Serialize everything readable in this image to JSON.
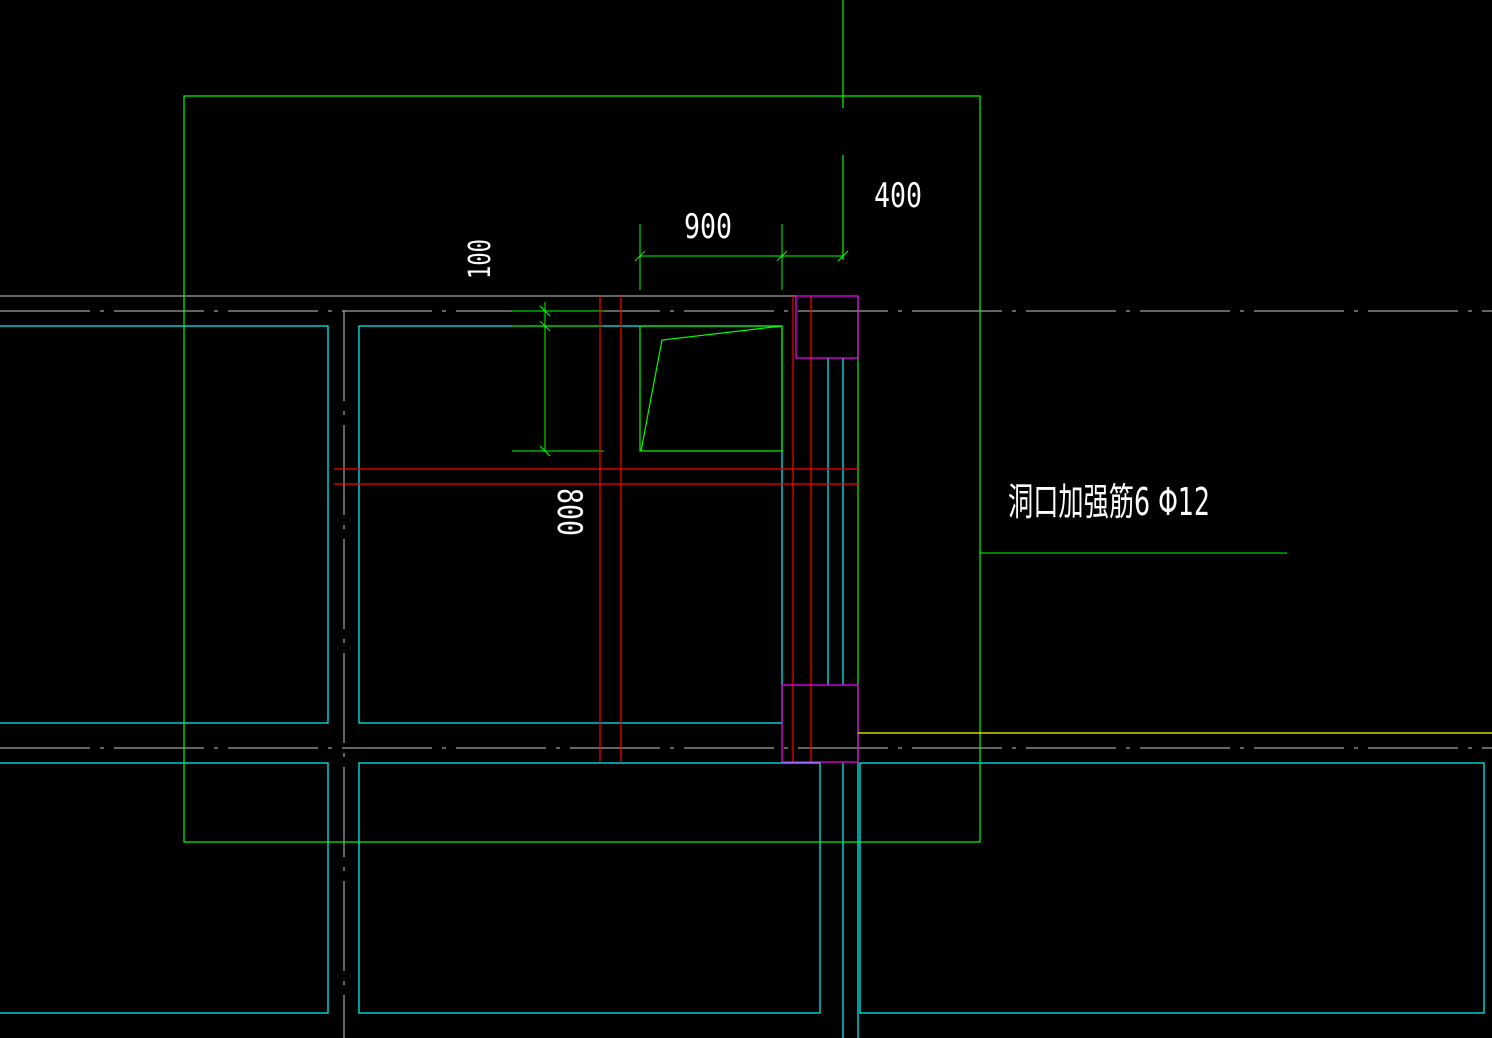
{
  "drawing": {
    "colors": {
      "background": "#000000",
      "outline_green": "#00ff00",
      "wall_cyan": "#00ffff",
      "axis_gray": "#c8c8c8",
      "rebar_red": "#ff0000",
      "column_magenta": "#ff00ff",
      "leader_yellow": "#ffff00",
      "text_white": "#ffffff"
    },
    "dimensions": {
      "top_right": "400",
      "opening_width": "900",
      "wall_offset": "100",
      "opening_height": "800"
    },
    "annotation": {
      "reinforcement_note": "洞口加强筋6 Φ12"
    }
  }
}
